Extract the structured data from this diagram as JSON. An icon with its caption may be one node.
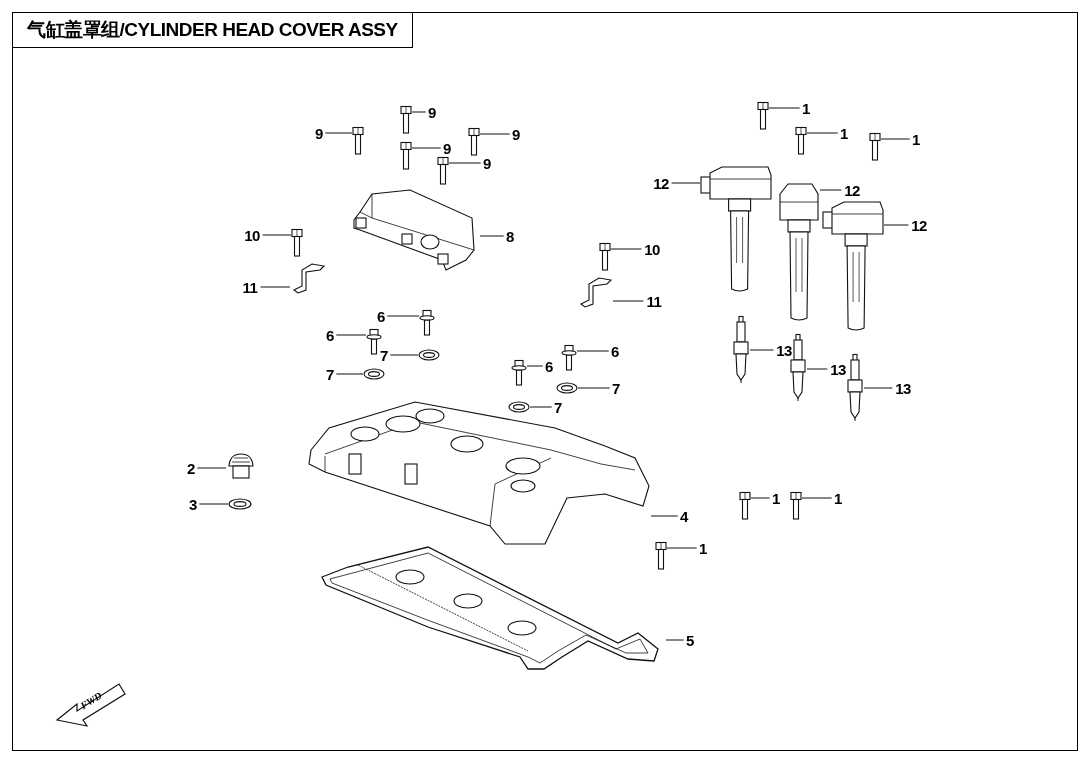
{
  "diagram": {
    "title": "气缸盖罩组/CYLINDER HEAD COVER ASSY",
    "nodes": [
      {
        "text": [
          "1"
        ]
      },
      {
        "text": [],
        "shape": "picture"
      },
      {
        "text": [
          "1"
        ]
      },
      {
        "text": [],
        "shape": "picture"
      },
      {
        "text": [
          "1"
        ]
      },
      {
        "text": [],
        "shape": "picture"
      },
      {
        "text": [
          "1"
        ]
      },
      {
        "text": [],
        "shape": "picture"
      },
      {
        "text": [
          "1"
        ]
      },
      {
        "text": [],
        "shape": "picture"
      },
      {
        "text": [
          "1"
        ]
      },
      {
        "text": [],
        "shape": "picture"
      },
      {
        "text": [
          "2"
        ]
      },
      {
        "text": [],
        "shape": "picture"
      },
      {
        "text": [
          "3"
        ]
      },
      {
        "text": [],
        "shape": "picture"
      },
      {
        "text": [
          "4"
        ]
      },
      {
        "text": [],
        "shape": "picture"
      },
      {
        "text": [
          "5"
        ]
      },
      {
        "text": [],
        "shape": "picture"
      },
      {
        "text": [
          "6"
        ]
      },
      {
        "text": [],
        "shape": "picture"
      },
      {
        "text": [
          "6"
        ]
      },
      {
        "text": [],
        "shape": "picture"
      },
      {
        "text": [
          "6"
        ]
      },
      {
        "text": [],
        "shape": "picture"
      },
      {
        "text": [
          "6"
        ]
      },
      {
        "text": [],
        "shape": "picture"
      },
      {
        "text": [
          "7"
        ]
      },
      {
        "text": [],
        "shape": "picture"
      },
      {
        "text": [
          "7"
        ]
      },
      {
        "text": [],
        "shape": "picture"
      },
      {
        "text": [
          "7"
        ]
      },
      {
        "text": [],
        "shape": "picture"
      },
      {
        "text": [
          "7"
        ]
      },
      {
        "text": [],
        "shape": "picture"
      },
      {
        "text": [
          "8"
        ]
      },
      {
        "text": [],
        "shape": "picture"
      },
      {
        "text": [
          "9"
        ]
      },
      {
        "text": [],
        "shape": "picture"
      },
      {
        "text": [
          "9"
        ]
      },
      {
        "text": [],
        "shape": "picture"
      },
      {
        "text": [
          "9"
        ]
      },
      {
        "text": [],
        "shape": "picture"
      },
      {
        "text": [
          "9"
        ]
      },
      {
        "text": [],
        "shape": "picture"
      },
      {
        "text": [
          "9"
        ]
      },
      {
        "text": [],
        "shape": "picture"
      },
      {
        "text": [
          "10"
        ]
      },
      {
        "text": [],
        "shape": "picture"
      },
      {
        "text": [
          "10"
        ]
      },
      {
        "text": [],
        "shape": "picture"
      },
      {
        "text": [
          "11"
        ]
      },
      {
        "text": [],
        "shape": "picture"
      },
      {
        "text": [
          "11"
        ]
      },
      {
        "text": [],
        "shape": "picture"
      },
      {
        "text": [
          "12"
        ]
      },
      {
        "text": [],
        "shape": "picture"
      },
      {
        "text": [
          "12"
        ]
      },
      {
        "text": [],
        "shape": "picture"
      },
      {
        "text": [
          "12"
        ]
      },
      {
        "text": [],
        "shape": "picture"
      },
      {
        "text": [
          "13"
        ]
      },
      {
        "text": [],
        "shape": "picture"
      },
      {
        "text": [
          "13"
        ]
      },
      {
        "text": [],
        "shape": "picture"
      },
      {
        "text": [
          "13"
        ]
      },
      {
        "text": [],
        "shape": "picture"
      }
    ],
    "edges": [
      {
        "from": 0,
        "to": 1,
        "arrow": "none"
      },
      {
        "from": 2,
        "to": 3,
        "arrow": "none"
      },
      {
        "from": 4,
        "to": 5,
        "arrow": "none"
      },
      {
        "from": 6,
        "to": 7,
        "arrow": "none"
      },
      {
        "from": 8,
        "to": 9,
        "arrow": "none"
      },
      {
        "from": 10,
        "to": 11,
        "arrow": "none"
      },
      {
        "from": 12,
        "to": 13,
        "arrow": "none"
      },
      {
        "from": 14,
        "to": 15,
        "arrow": "none"
      },
      {
        "from": 16,
        "to": 17,
        "arrow": "none"
      },
      {
        "from": 18,
        "to": 19,
        "arrow": "none"
      },
      {
        "from": 20,
        "to": 21,
        "arrow": "none"
      },
      {
        "from": 22,
        "to": 23,
        "arrow": "none"
      },
      {
        "from": 24,
        "to": 25,
        "arrow": "none"
      },
      {
        "from": 26,
        "to": 27,
        "arrow": "none"
      },
      {
        "from": 28,
        "to": 29,
        "arrow": "none"
      },
      {
        "from": 30,
        "to": 31,
        "arrow": "none"
      },
      {
        "from": 32,
        "to": 33,
        "arrow": "none"
      },
      {
        "from": 34,
        "to": 35,
        "arrow": "none"
      },
      {
        "from": 36,
        "to": 37,
        "arrow": "none"
      },
      {
        "from": 38,
        "to": 39,
        "arrow": "none"
      },
      {
        "from": 40,
        "to": 41,
        "arrow": "none"
      },
      {
        "from": 42,
        "to": 43,
        "arrow": "none"
      },
      {
        "from": 44,
        "to": 45,
        "arrow": "none"
      },
      {
        "from": 46,
        "to": 47,
        "arrow": "none"
      },
      {
        "from": 48,
        "to": 49,
        "arrow": "none"
      },
      {
        "from": 50,
        "to": 51,
        "arrow": "none"
      },
      {
        "from": 52,
        "to": 53,
        "arrow": "none"
      },
      {
        "from": 54,
        "to": 55,
        "arrow": "none"
      },
      {
        "from": 56,
        "to": 57,
        "arrow": "none"
      },
      {
        "from": 58,
        "to": 59,
        "arrow": "none"
      },
      {
        "from": 60,
        "to": 61,
        "arrow": "none"
      },
      {
        "from": 62,
        "to": 63,
        "arrow": "none"
      },
      {
        "from": 64,
        "to": 65,
        "arrow": "none"
      },
      {
        "from": 66,
        "to": 67,
        "arrow": "none"
      }
    ],
    "labels": [
      "FWD"
    ]
  }
}
